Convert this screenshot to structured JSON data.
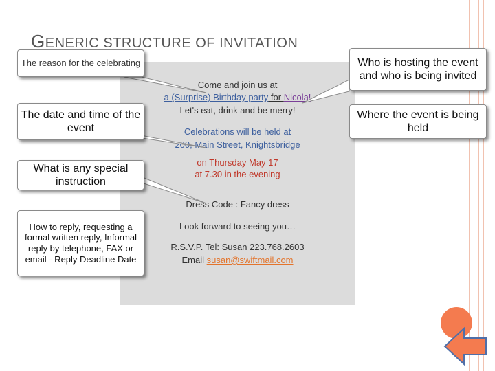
{
  "title": {
    "first_letter": "G",
    "rest": "ENERIC STRUCTURE OF INVITATION"
  },
  "invitation": {
    "line1": "Come and join us at",
    "line2_prefix": "a (Surprise) Birthday party",
    "line2_for": " for ",
    "line2_name": "Nicola!",
    "line3": "Let's eat, drink and be merry!",
    "line4": "Celebrations will be held at",
    "line5": "200, Main Street, Knightsbridge",
    "line6": "on Thursday May 17",
    "line7": "at 7.30 in the evening",
    "line8": "Dress Code : Fancy dress",
    "line9": "Look forward to seeing you…",
    "line10": "R.S.V.P. Tel: Susan 223.768.2603",
    "line11_prefix": "Email ",
    "line11_email": "susan@swiftmail.com"
  },
  "callouts": {
    "reason": "The reason for the celebrating",
    "datetime": "The date and time of the event",
    "special": "What is any special instruction",
    "reply": "How to reply, requesting a formal written reply, Informal reply by telephone, FAX or email - Reply Deadline Date",
    "host": "Who is hosting the event and who is being invited",
    "where": "Where the event is being held"
  },
  "icons": {
    "back": "back-arrow-icon"
  },
  "colors": {
    "accent": "#f47b4f",
    "card": "#dcdcdc",
    "link_blue": "#3d5f9e",
    "red": "#c0392b",
    "orange": "#e3742c",
    "purple": "#7a3f98"
  }
}
